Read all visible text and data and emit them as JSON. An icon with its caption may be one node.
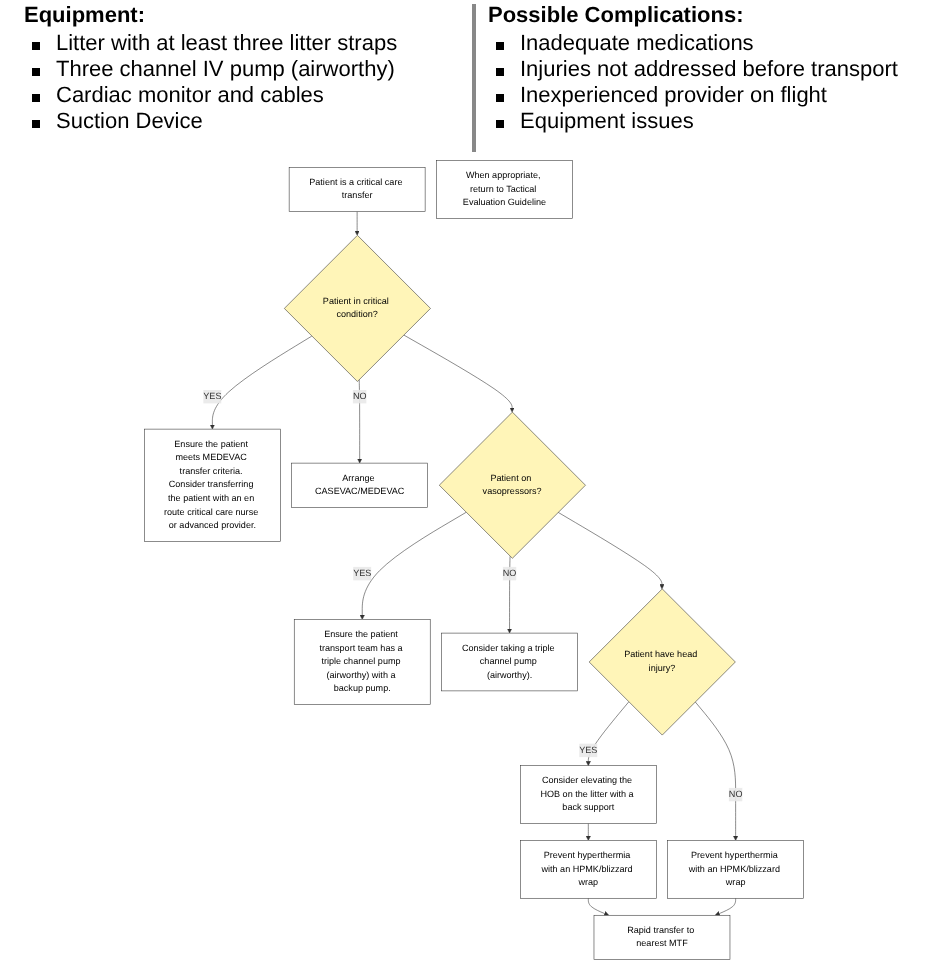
{
  "diagram": {
    "nodes": [
      {
        "text": [
          "Patient is a critical care transfer"
        ]
      },
      {
        "text": [
          "Patient in critical condition?"
        ]
      },
      {
        "text": [
          "Ensure the patient meets MEDEVAC transfer criteria. Consider transferring the patient with an en route critical care nurse or advanced provider."
        ]
      },
      {
        "text": [
          "Arrange CASEVAC/MEDEVAC"
        ]
      },
      {
        "text": [
          "Patient on vasopressors?"
        ]
      },
      {
        "text": [
          "Ensure the patient transport team has a triple channel pump (airworthy) with a backup pump."
        ]
      },
      {
        "text": [
          "Consider taking a triple channel pump (airworthy)."
        ]
      },
      {
        "text": [
          "Patient have head injury?"
        ]
      },
      {
        "text": [
          "Consider elevating the HOB on the litter with a back support"
        ]
      },
      {
        "text": [
          "Prevent hyperthermia with an HPMK/blizzard wrap"
        ]
      },
      {
        "text": [
          "Prevent hyperthermia with an HPMK/blizzard wrap"
        ]
      },
      {
        "text": [
          "Rapid transfer to nearest MTF"
        ]
      },
      {
        "text": [
          "When appropriate, return to Tactical Evaluation Guideline"
        ]
      }
    ],
    "edges": [
      {
        "from": 0,
        "to": 1,
        "arrow": "to"
      },
      {
        "from": 1,
        "to": 2,
        "arrow": "to",
        "label": "YES"
      },
      {
        "from": 1,
        "to": 3,
        "arrow": "to",
        "label": "NO"
      },
      {
        "from": 1,
        "to": 4,
        "arrow": "to"
      },
      {
        "from": 4,
        "to": 5,
        "arrow": "to",
        "label": "YES"
      },
      {
        "from": 4,
        "to": 6,
        "arrow": "to",
        "label": "NO"
      },
      {
        "from": 4,
        "to": 7,
        "arrow": "to"
      },
      {
        "from": 7,
        "to": 8,
        "arrow": "to",
        "label": "YES"
      },
      {
        "from": 7,
        "to": 9,
        "arrow": "to",
        "label": "NO"
      },
      {
        "from": 8,
        "to": 10,
        "arrow": "to"
      },
      {
        "from": 10,
        "to": 11,
        "arrow": "to"
      },
      {
        "from": 9,
        "to": 11,
        "arrow": "to"
      }
    ],
    "labels": [
      "Equipment:",
      "Litter with at least three litter straps",
      "Three channel IV pump (airworthy)",
      "Cardiac monitor and cables",
      "Suction Device",
      "Possible Complications:",
      "Inadequate medications",
      "Injuries not addressed before transport",
      "Inexperienced provider on flight",
      "Equipment issues"
    ]
  }
}
